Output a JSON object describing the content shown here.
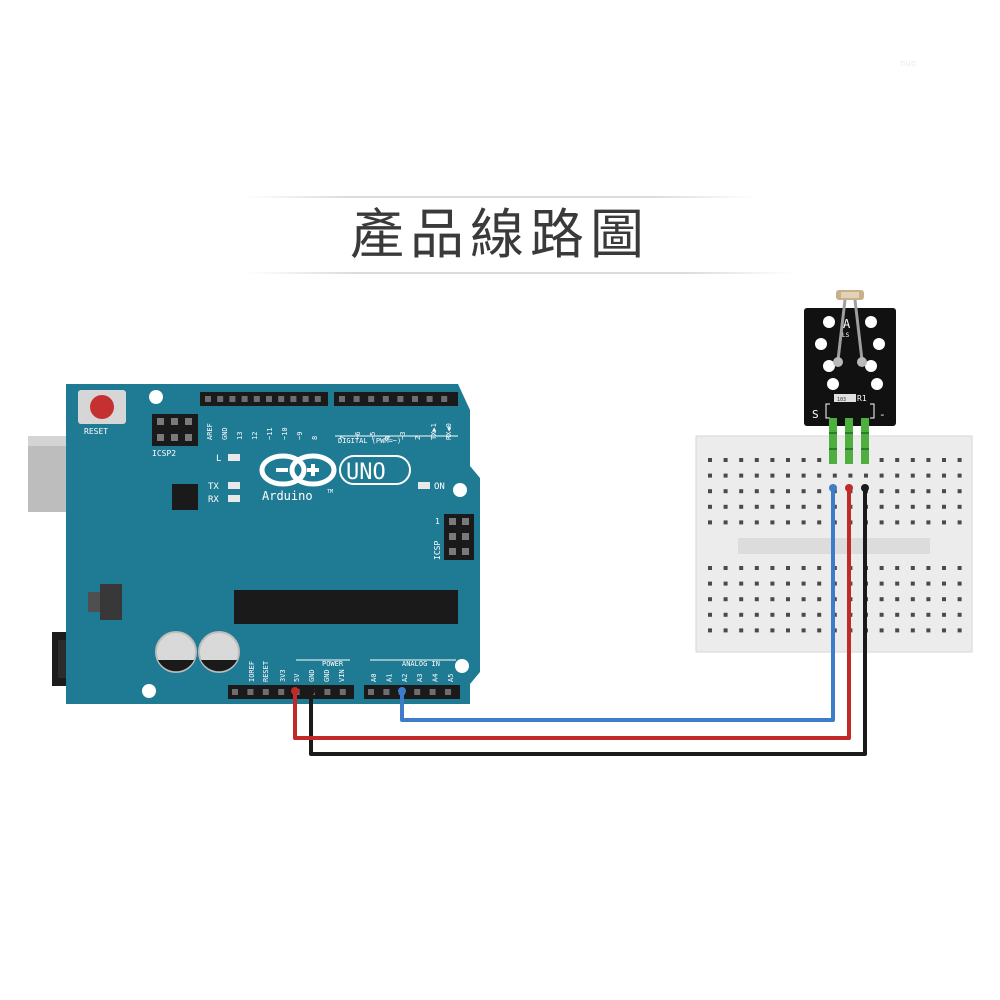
{
  "title": "產品線路圖",
  "watermark": "nuo",
  "arduino": {
    "brand": "Arduino",
    "trademark": "TM",
    "model": "UNO",
    "reset_label": "RESET",
    "icsp2_label": "ICSP2",
    "icsp_label": "ICSP",
    "icsp_pin1": "1",
    "digital_label": "DIGITAL (PWM=~)",
    "digital_pins": [
      "AREF",
      "GND",
      "13",
      "12",
      "~11",
      "~10",
      "~9",
      "8",
      "7",
      "~6",
      "~5",
      "4",
      "~3",
      "2",
      "TX▶1",
      "RX◀0"
    ],
    "led_l": "L",
    "led_tx": "TX",
    "led_rx": "RX",
    "led_on": "ON",
    "power_label": "POWER",
    "analog_label": "ANALOG IN",
    "power_pins": [
      "IOREF",
      "RESET",
      "3V3",
      "5V",
      "GND",
      "GND",
      "VIN"
    ],
    "analog_pins": [
      "A0",
      "A1",
      "A2",
      "A3",
      "A4",
      "A5"
    ]
  },
  "sensor": {
    "pin_s": "S",
    "pin_minus": "-",
    "label_a": "A",
    "label_ls": "LS",
    "resistor_label": "R1",
    "resistor_code": "103"
  },
  "colors": {
    "board": "#1f7a93",
    "signal_wire": "#3d7cc9",
    "power_wire": "#c22a2a",
    "ground_wire": "#1a1a1a",
    "sensor_pins": "#4caf3e"
  }
}
